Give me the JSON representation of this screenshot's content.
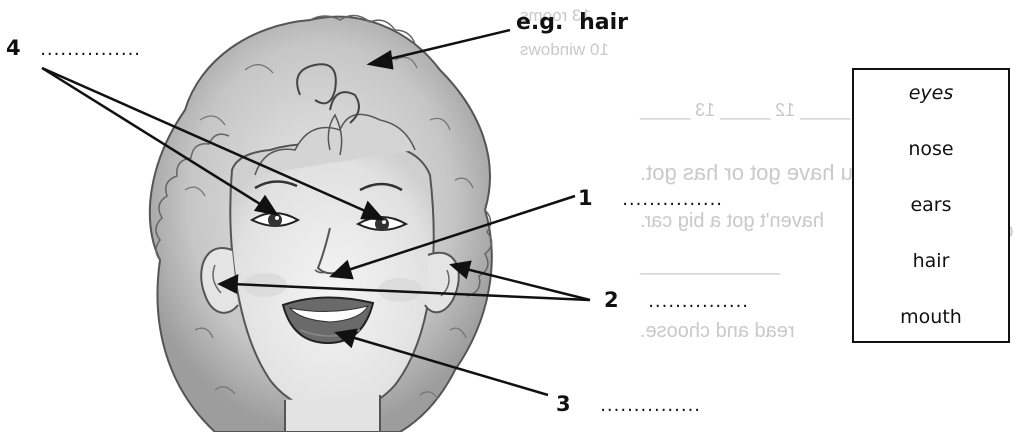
{
  "labels": {
    "example_prefix": "e.g.",
    "example_word": "hair",
    "dots_long": "...............",
    "item4": "4",
    "item1": "1",
    "item2": "2",
    "item3": "3"
  },
  "word_box": [
    "eyes",
    "nose",
    "ears",
    "hair",
    "mouth"
  ]
}
